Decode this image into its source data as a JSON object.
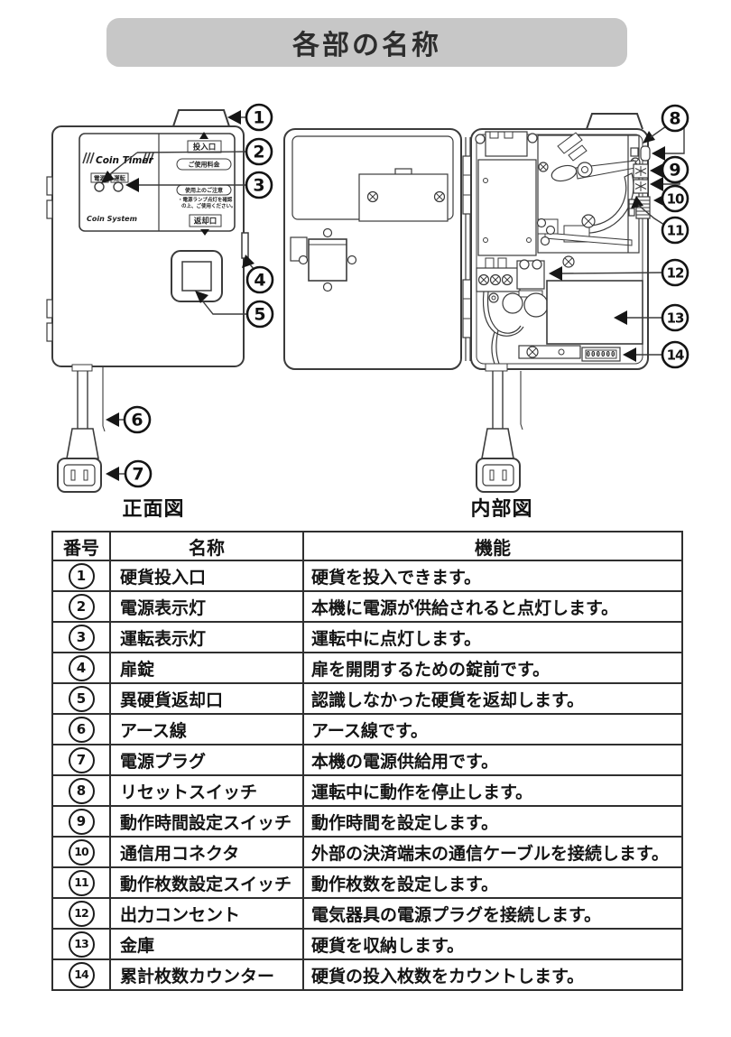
{
  "title": "各部の名称",
  "captions": {
    "front": "正面図",
    "internal": "内部図"
  },
  "panel": {
    "brand": "Coin Timer",
    "maker": "Coin System",
    "slot": "投入口",
    "fee": "ご使用料金",
    "led_power": "電源",
    "led_run": "運転",
    "caution_title": "使用上のご注意",
    "caution1": "・電源ランプ点灯を確認",
    "caution2": "の上、ご使用ください。",
    "return_label": "返却口"
  },
  "internal": {
    "counter": "000000"
  },
  "callouts": [
    "1",
    "2",
    "3",
    "4",
    "5",
    "6",
    "7",
    "8",
    "9",
    "10",
    "11",
    "12",
    "13",
    "14"
  ],
  "table": {
    "headers": [
      "番号",
      "名称",
      "機能"
    ],
    "rows": [
      {
        "no": "1",
        "name": "硬貨投入口",
        "func": "硬貨を投入できます。"
      },
      {
        "no": "2",
        "name": "電源表示灯",
        "func": "本機に電源が供給されると点灯します。"
      },
      {
        "no": "3",
        "name": "運転表示灯",
        "func": "運転中に点灯します。"
      },
      {
        "no": "4",
        "name": "扉錠",
        "func": "扉を開閉するための錠前です。"
      },
      {
        "no": "5",
        "name": "異硬貨返却口",
        "func": "認識しなかった硬貨を返却します。"
      },
      {
        "no": "6",
        "name": "アース線",
        "func": "アース線です。"
      },
      {
        "no": "7",
        "name": "電源プラグ",
        "func": "本機の電源供給用です。"
      },
      {
        "no": "8",
        "name": "リセットスイッチ",
        "func": "運転中に動作を停止します。"
      },
      {
        "no": "9",
        "name": "動作時間設定スイッチ",
        "func": "動作時間を設定します。"
      },
      {
        "no": "10",
        "name": "通信用コネクタ",
        "func": "外部の決済端末の通信ケーブルを接続します。"
      },
      {
        "no": "11",
        "name": "動作枚数設定スイッチ",
        "func": "動作枚数を設定します。"
      },
      {
        "no": "12",
        "name": "出力コンセント",
        "func": "電気器具の電源プラグを接続します。"
      },
      {
        "no": "13",
        "name": "金庫",
        "func": "硬貨を収納します。"
      },
      {
        "no": "14",
        "name": "累計枚数カウンター",
        "func": "硬貨の投入枚数をカウントします。"
      }
    ]
  }
}
